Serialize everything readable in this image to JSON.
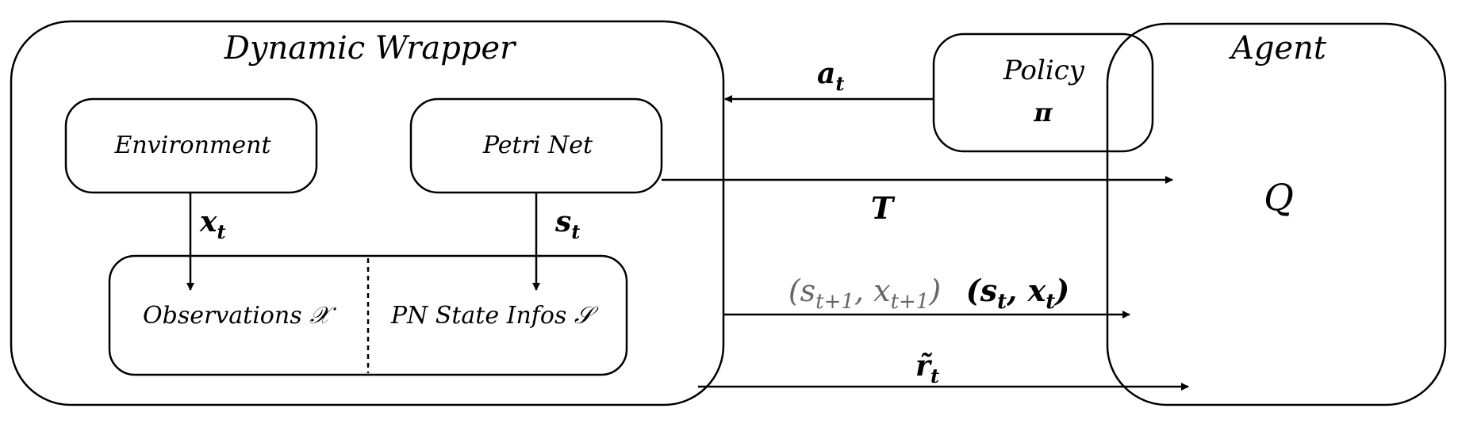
{
  "wrapper": {
    "title": "Dynamic Wrapper"
  },
  "agent": {
    "title": "Agent"
  },
  "environment": {
    "label": "Environment"
  },
  "petri_net": {
    "label": "Petri Net"
  },
  "observations": {
    "name": "Observations",
    "symbol": "𝒳"
  },
  "pn_state": {
    "name": "PN State Infos",
    "symbol": "𝒮"
  },
  "policy": {
    "label": "Policy",
    "symbol": "π"
  },
  "q_function": {
    "label": "Q"
  },
  "signals": {
    "action": {
      "base": "a",
      "sub": "t"
    },
    "env_obs": {
      "base": "x",
      "sub": "t"
    },
    "pn_obs": {
      "base": "s",
      "sub": "t"
    },
    "transitions": {
      "label": "T"
    },
    "next_state": {
      "open": "(",
      "s": "s",
      "s_sub": "t+1",
      "sep": ", ",
      "x": "x",
      "x_sub": "t+1",
      "close": ")"
    },
    "current_state": {
      "open": "(",
      "s": "s",
      "s_sub": "t",
      "sep": ", ",
      "x": "x",
      "x_sub": "t",
      "close": ")"
    },
    "reward": {
      "base": "r̃",
      "sub": "t"
    }
  },
  "colors": {
    "stroke": "#000000",
    "faded_text": "#666666"
  }
}
